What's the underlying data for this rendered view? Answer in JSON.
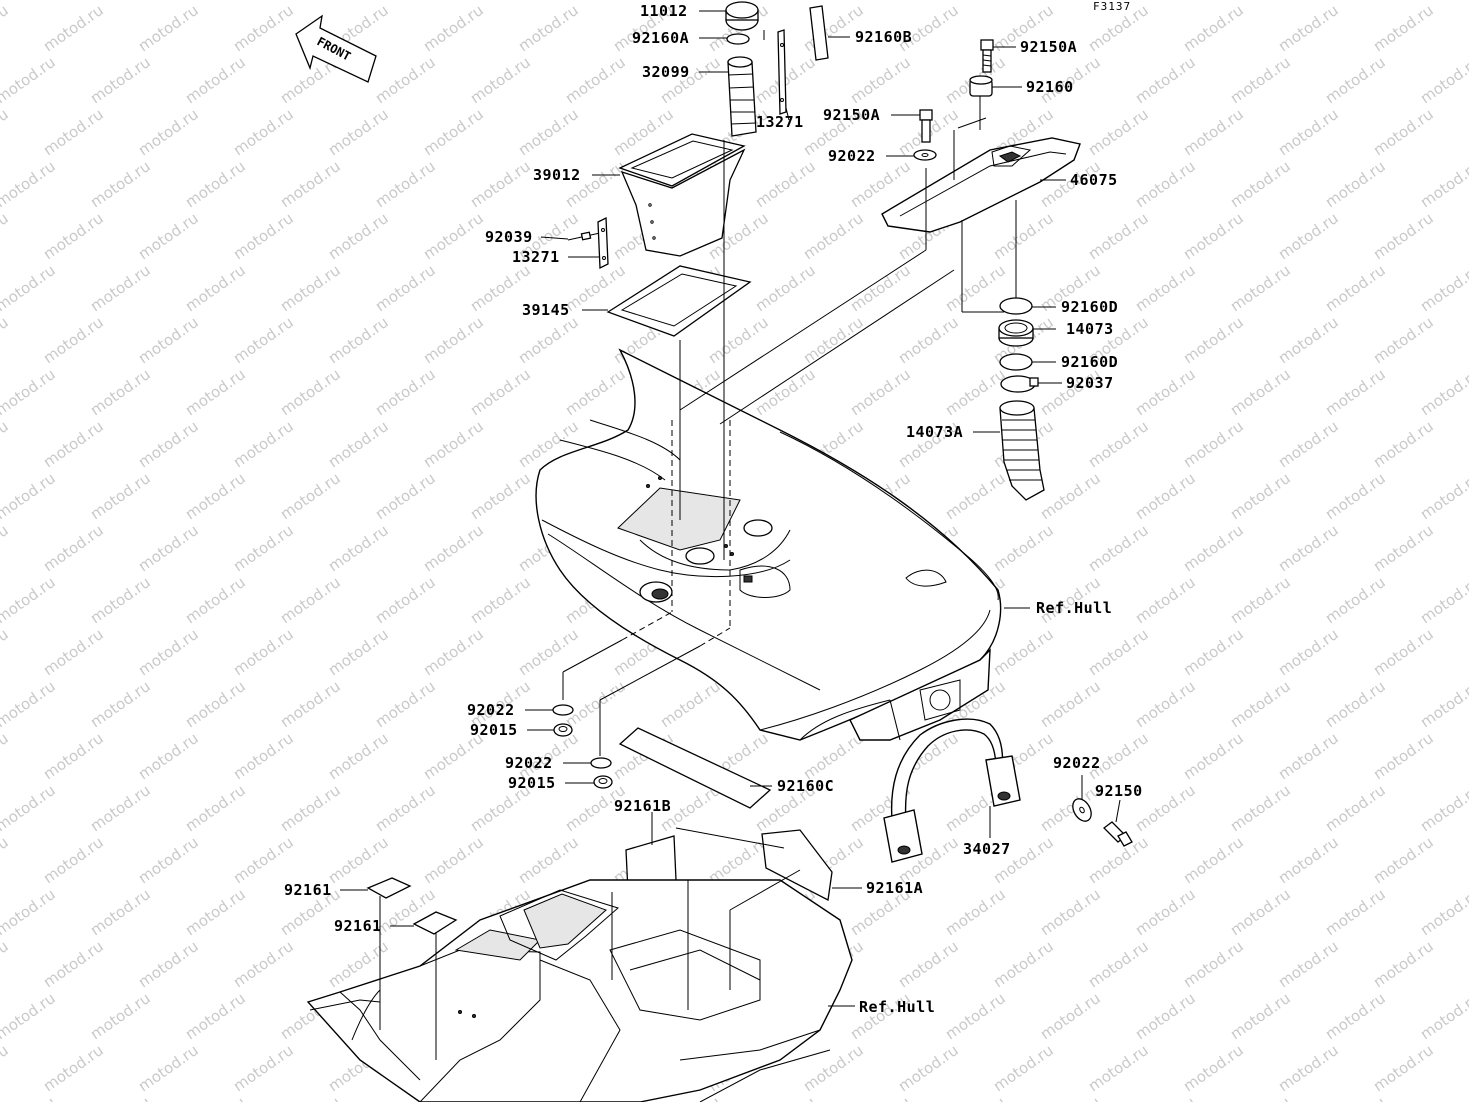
{
  "figure_code": "F3137",
  "front_label": "FRONT",
  "watermark": "motod.ru",
  "callouts": [
    {
      "id": "c11012",
      "text": "11012"
    },
    {
      "id": "c92160A",
      "text": "92160A"
    },
    {
      "id": "c32099",
      "text": "32099"
    },
    {
      "id": "c13271a",
      "text": "13271"
    },
    {
      "id": "c39012",
      "text": "39012"
    },
    {
      "id": "c92039",
      "text": "92039"
    },
    {
      "id": "c13271b",
      "text": "13271"
    },
    {
      "id": "c39145",
      "text": "39145"
    },
    {
      "id": "c92160B",
      "text": "92160B"
    },
    {
      "id": "c92150Aa",
      "text": "92150A"
    },
    {
      "id": "c92160",
      "text": "92160"
    },
    {
      "id": "c92150Ab",
      "text": "92150A"
    },
    {
      "id": "c92022a",
      "text": "92022"
    },
    {
      "id": "c46075",
      "text": "46075"
    },
    {
      "id": "c92160Da",
      "text": "92160D"
    },
    {
      "id": "c14073",
      "text": "14073"
    },
    {
      "id": "c92160Db",
      "text": "92160D"
    },
    {
      "id": "c92037",
      "text": "92037"
    },
    {
      "id": "c14073A",
      "text": "14073A"
    },
    {
      "id": "cRefHull1",
      "text": "Ref.Hull"
    },
    {
      "id": "c92022b",
      "text": "92022"
    },
    {
      "id": "c92015a",
      "text": "92015"
    },
    {
      "id": "c92022c",
      "text": "92022"
    },
    {
      "id": "c92015b",
      "text": "92015"
    },
    {
      "id": "c92160C",
      "text": "92160C"
    },
    {
      "id": "c92161B",
      "text": "92161B"
    },
    {
      "id": "c92022d",
      "text": "92022"
    },
    {
      "id": "c92150",
      "text": "92150"
    },
    {
      "id": "c34027",
      "text": "34027"
    },
    {
      "id": "c92161a",
      "text": "92161"
    },
    {
      "id": "c92161A",
      "text": "92161A"
    },
    {
      "id": "c92161b",
      "text": "92161"
    },
    {
      "id": "cRefHull2",
      "text": "Ref.Hull"
    }
  ]
}
